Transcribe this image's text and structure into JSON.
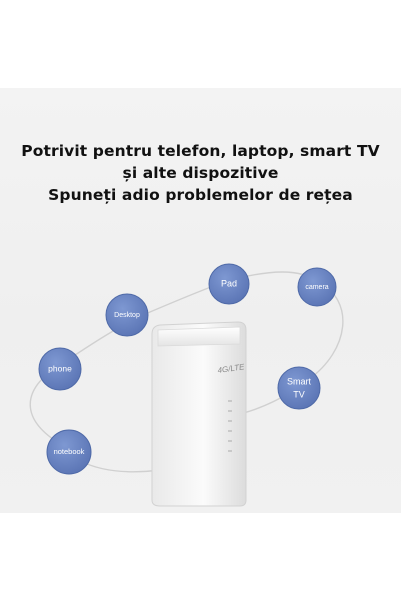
{
  "heading": {
    "line1": "Potrivit pentru telefon, laptop, smart TV",
    "line2": "și alte dispozitive",
    "line3": "Spuneți adio problemelor de rețea"
  },
  "router": {
    "badge": "4G/LTE"
  },
  "devices": [
    {
      "label": "Pad"
    },
    {
      "label": "camera"
    },
    {
      "label": "Desktop"
    },
    {
      "label": "phone"
    },
    {
      "label": "Smart",
      "label2": "TV"
    },
    {
      "label": "notebook"
    }
  ],
  "colors": {
    "bubble": "#6b86c3",
    "bubble_edge": "#4f6aa8",
    "orbit": "#d2d2d2",
    "router_body": "#f6f6f6"
  }
}
